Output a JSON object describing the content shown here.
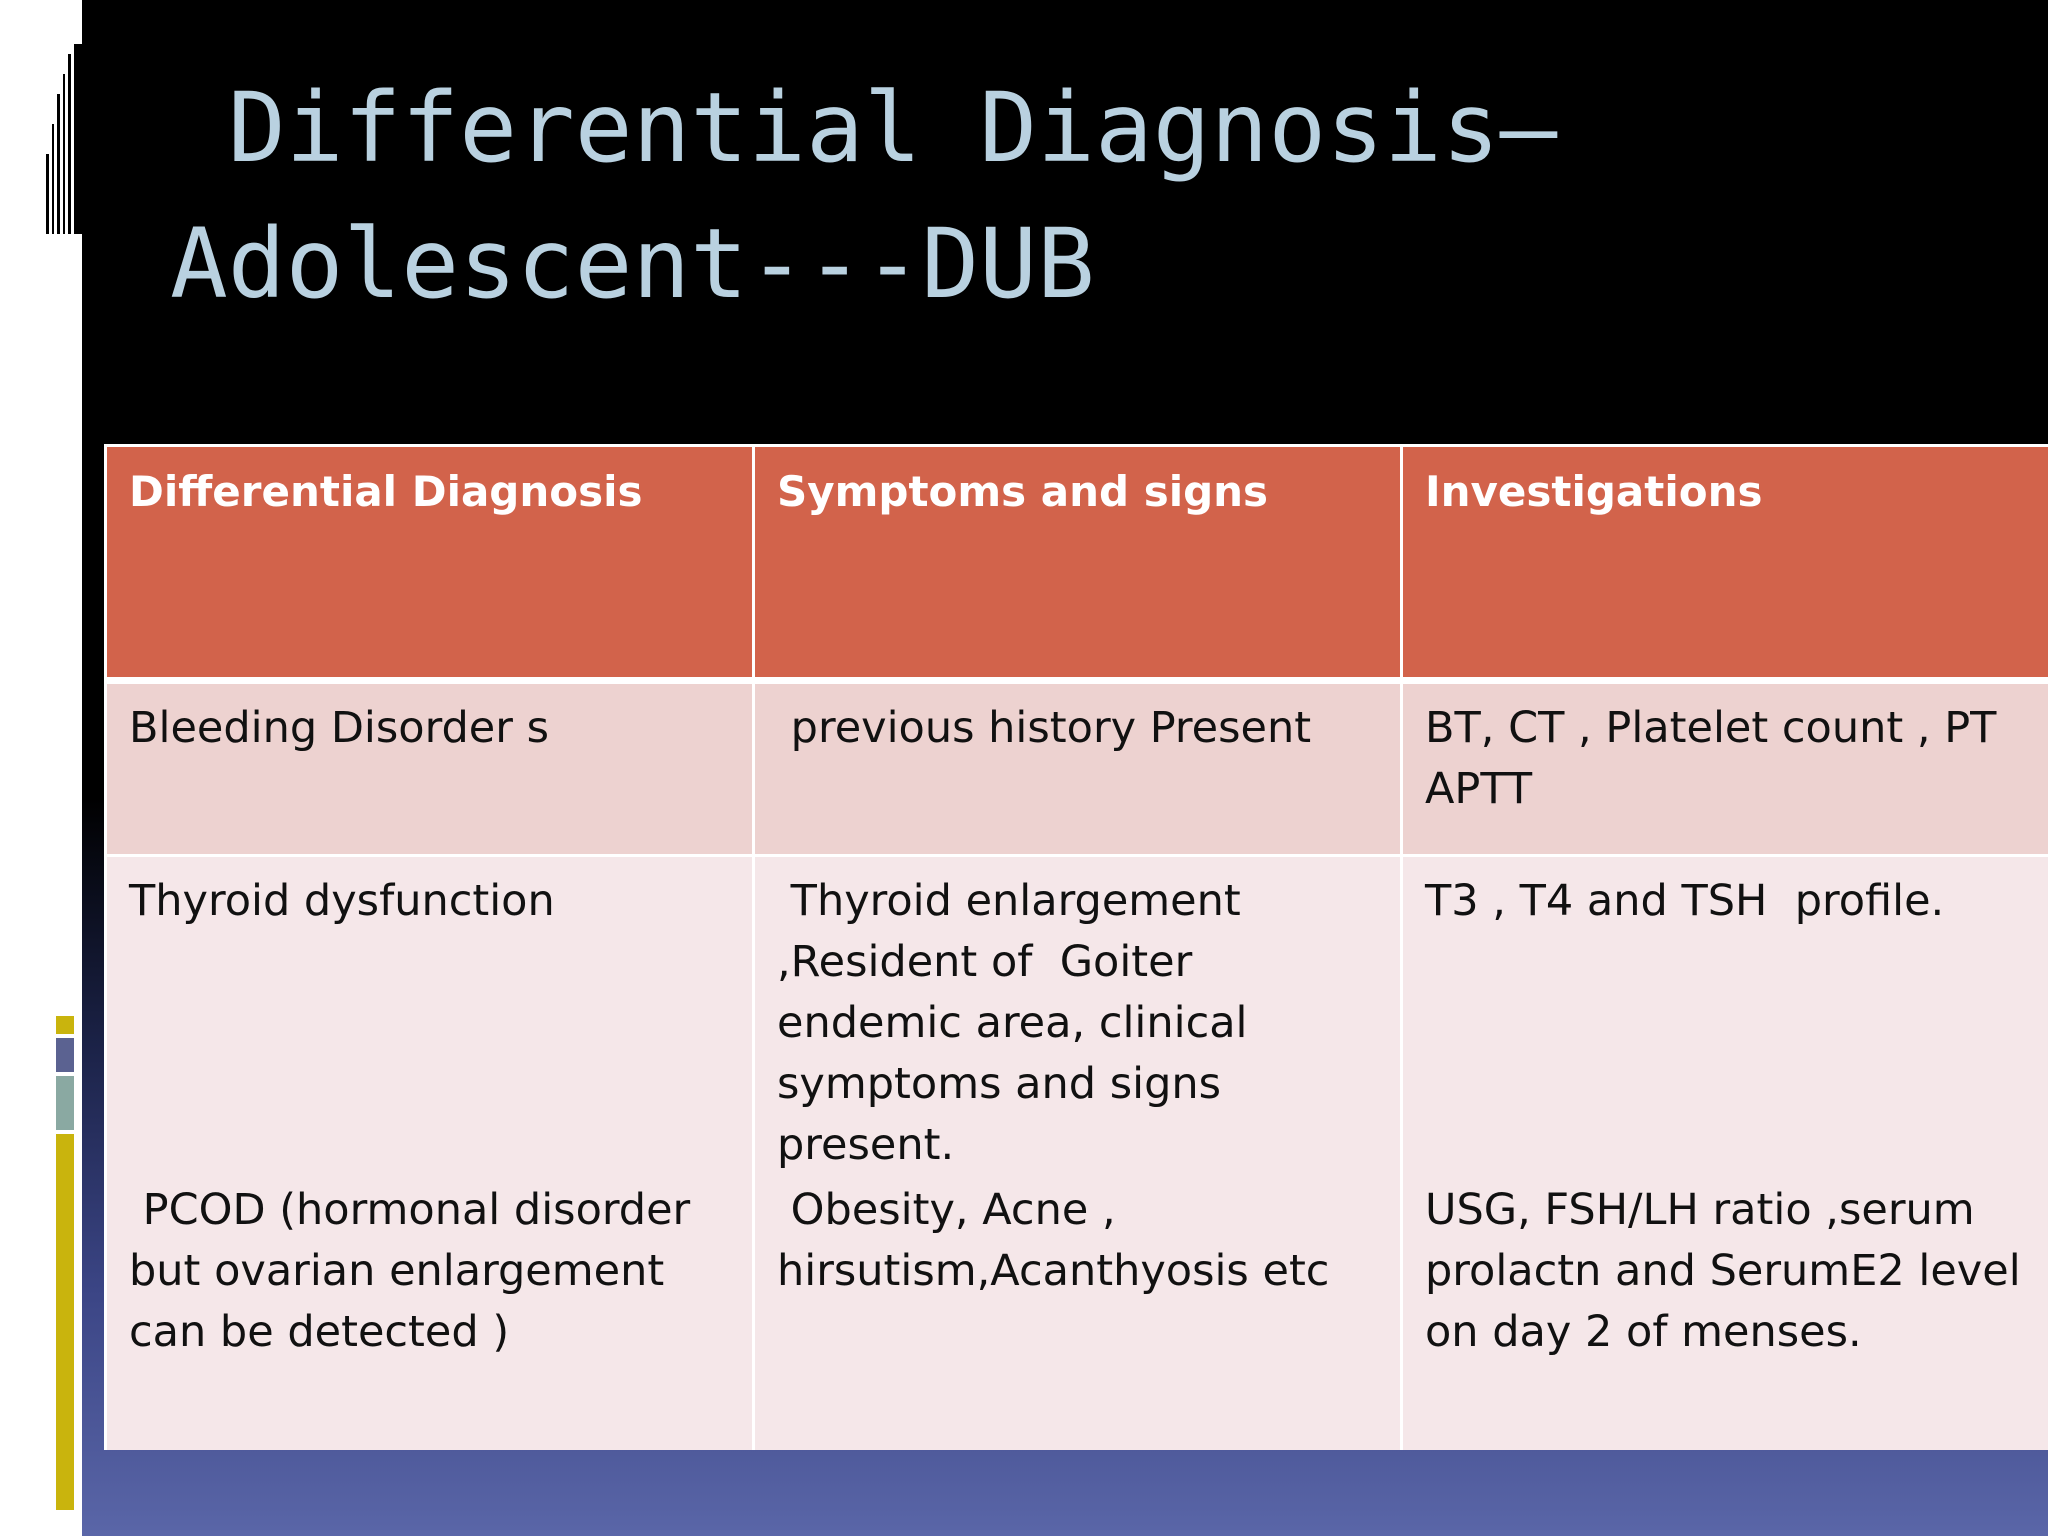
{
  "title": {
    "line1": "Differential Diagnosis—",
    "line2": "Adolescent---DUB"
  },
  "table": {
    "headers": [
      "Differential Diagnosis",
      "Symptoms and signs",
      "Investigations"
    ],
    "rows": [
      {
        "diagnosis": "Bleeding Disorder s",
        "symptoms": " previous history Present",
        "investigations": "BT, CT , Platelet count , PT APTT"
      },
      {
        "diagnosis": "Thyroid dysfunction",
        "symptoms": " Thyroid enlargement ,Resident of  Goiter endemic area, clinical symptoms and signs present.",
        "investigations": "T3 , T4 and TSH  profile."
      },
      {
        "diagnosis": " PCOD (hormonal disorder but ovarian enlargement can be detected )",
        "symptoms": " Obesity, Acne , hirsutism,Acanthyosis etc",
        "investigations": "USG, FSH/LH ratio ,serum prolactn and SerumE2 level on day 2 of menses."
      }
    ]
  },
  "colors": {
    "background_top": "#000000",
    "background_bottom": "#5a66a8",
    "title_text": "#b9d1e0",
    "header_fill": "#d2634b",
    "row1_fill": "#edd2d0",
    "row_fill": "#f5e7e9",
    "accent_yellow": "#c9b40d"
  }
}
